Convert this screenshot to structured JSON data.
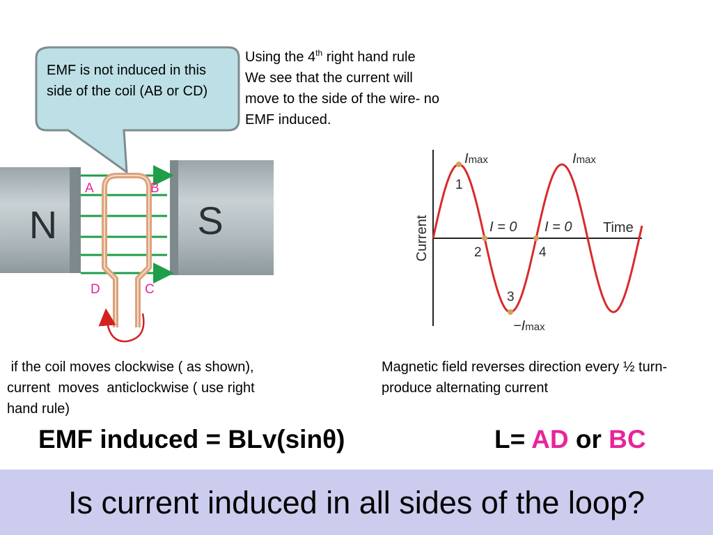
{
  "callout": {
    "text": "EMF is not induced in this side of the coil (AB or CD)"
  },
  "rule_note": {
    "line1_pre": "Using the 4",
    "line1_sup": "th",
    "line1_post": " right hand rule",
    "line2": "We see that the current will",
    "line3": "move to the side of the wire- no",
    "line4": "EMF induced."
  },
  "diagram": {
    "pole_north": "N",
    "pole_south": "S",
    "corner_a": "A",
    "corner_b": "B",
    "corner_c": "C",
    "corner_d": "D"
  },
  "graph": {
    "y_axis_label": "Current",
    "x_axis_label": "Time",
    "imax_1": "I",
    "imax_sub": "max",
    "i_zero": "I = 0",
    "neg_imax": "−I",
    "point_1": "1",
    "point_2": "2",
    "point_3": "3",
    "point_4": "4"
  },
  "captions": {
    "left": " if the coil moves clockwise ( as shown),\ncurrent  moves  anticlockwise ( use right\nhand rule)",
    "right": "Magnetic field reverses direction every ½ turn- produce alternating current"
  },
  "formula": {
    "emf": "EMF induced = BLv(sinθ)",
    "l_prefix": "L= ",
    "l_ad": "AD",
    "l_or": " or ",
    "l_bc": "BC"
  },
  "banner": {
    "question": "Is current induced in all sides of the loop?"
  },
  "colors": {
    "callout_fill": "#bde0e6",
    "callout_border": "#7d8c90",
    "field_lines": "#1e9e48",
    "coil": "#dba37a",
    "sine": "#d92a2a",
    "pink_label": "#e8249b",
    "banner": "#ccccee"
  }
}
